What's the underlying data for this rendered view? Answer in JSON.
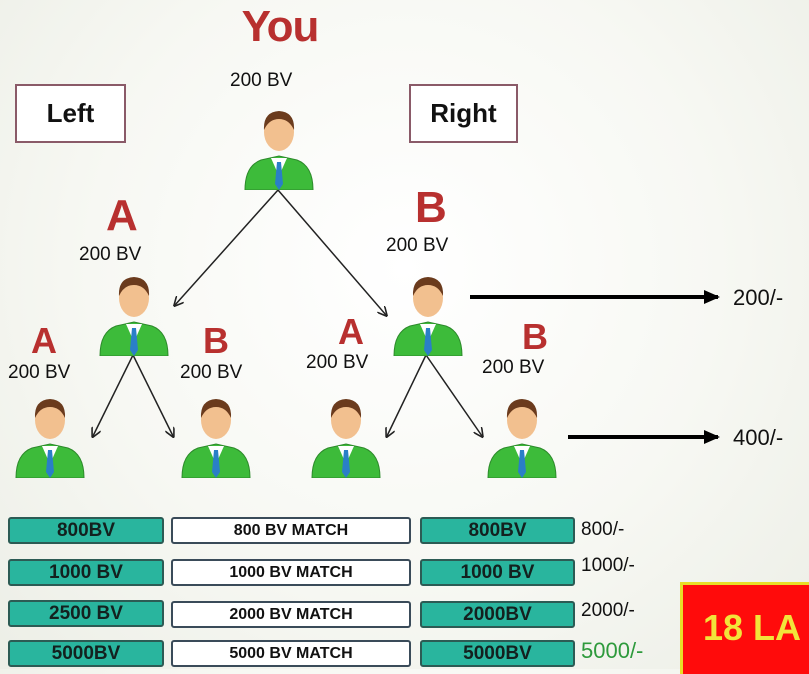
{
  "title": "You",
  "left_label": "Left",
  "right_label": "Right",
  "nodes": {
    "root": {
      "bv": "200 BV"
    },
    "a": {
      "letter": "A",
      "bv": "200 BV"
    },
    "b": {
      "letter": "B",
      "bv": "200 BV"
    },
    "aa": {
      "letter": "A",
      "bv": "200 BV"
    },
    "ab": {
      "letter": "B",
      "bv": "200 BV"
    },
    "ba": {
      "letter": "A",
      "bv": "200 BV"
    },
    "bb": {
      "letter": "B",
      "bv": "200 BV"
    }
  },
  "payouts": {
    "level1": "200/-",
    "level2": "400/-"
  },
  "table": [
    {
      "left": "800BV",
      "match": "800 BV MATCH",
      "right": "800BV",
      "amount": "800/-"
    },
    {
      "left": "1000 BV",
      "match": "1000 BV MATCH",
      "right": "1000 BV",
      "amount": "1000/-"
    },
    {
      "left": "2500 BV",
      "match": "2000 BV MATCH",
      "right": "2000BV",
      "amount": "2000/-"
    },
    {
      "left": "5000BV",
      "match": "5000 BV MATCH",
      "right": "5000BV",
      "amount": "5000/-"
    }
  ],
  "banner": "18 LA",
  "colors": {
    "accent_red": "#b8302f",
    "teal": "#29b59e",
    "suit_green": "#3dbb3a",
    "highlight_green": "#2e9a3c",
    "banner_red": "#ff0b0b",
    "banner_yellow": "#f2e43a"
  }
}
